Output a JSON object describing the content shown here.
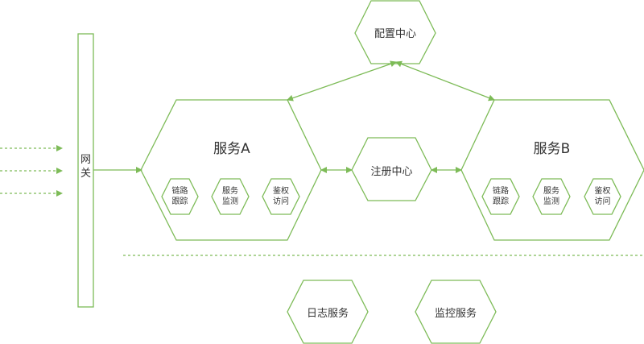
{
  "colors": {
    "stroke": "#7dbb57",
    "text": "#333333",
    "background": "#ffffff"
  },
  "gateway": {
    "label": "网\n关"
  },
  "config_center": {
    "label": "配置中心"
  },
  "registry_center": {
    "label": "注册中心"
  },
  "service_a": {
    "label": "服务A",
    "modules": [
      {
        "label": "链路\n跟踪"
      },
      {
        "label": "服务\n监测"
      },
      {
        "label": "鉴权\n访问"
      }
    ]
  },
  "service_b": {
    "label": "服务B",
    "modules": [
      {
        "label": "链路\n跟踪"
      },
      {
        "label": "服务\n监测"
      },
      {
        "label": "鉴权\n访问"
      }
    ]
  },
  "log_service": {
    "label": "日志服务"
  },
  "monitor_service": {
    "label": "监控服务"
  }
}
